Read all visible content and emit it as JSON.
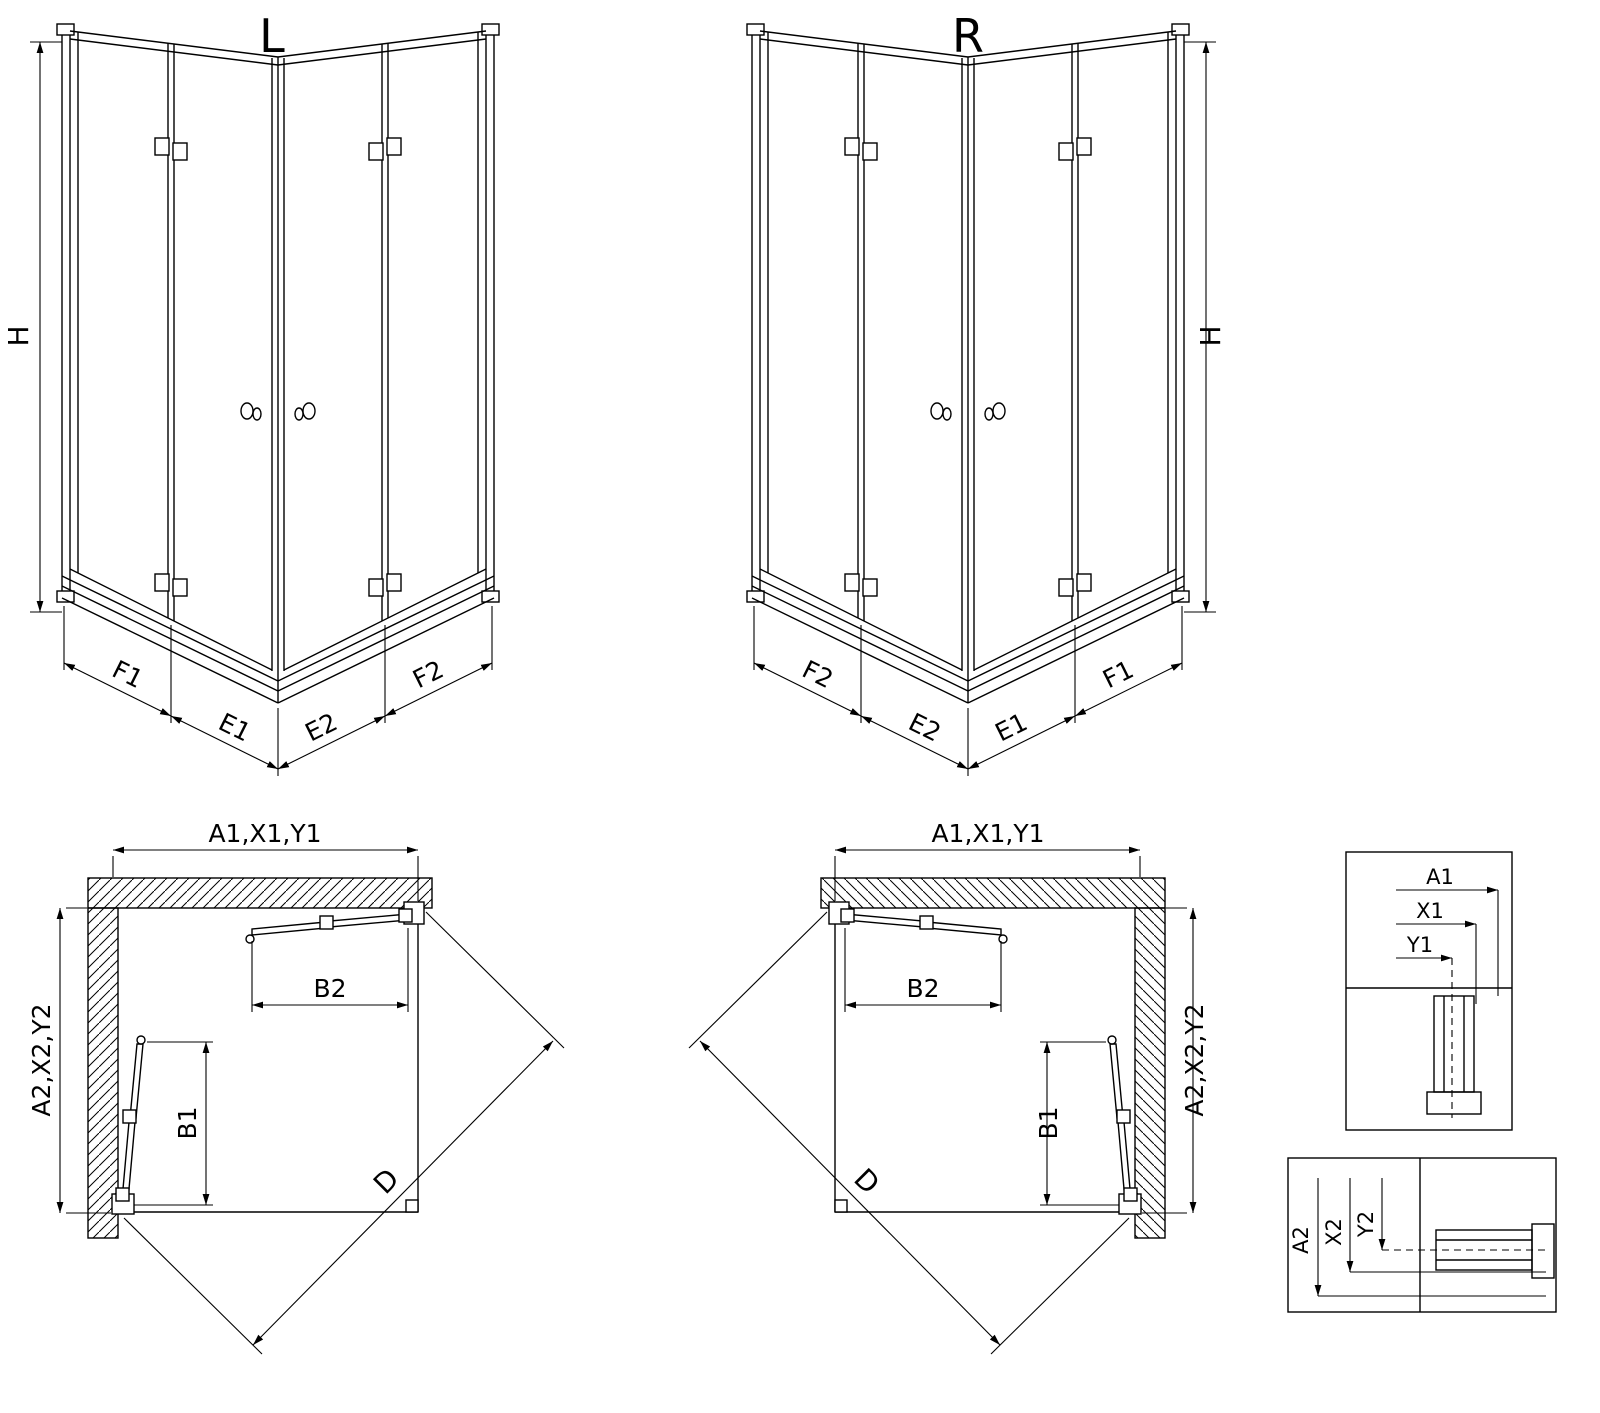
{
  "views": {
    "iso_left": {
      "title": "L",
      "height": "H",
      "segments": {
        "outer_left": "F1",
        "inner_left": "E1",
        "inner_right": "E2",
        "outer_right": "F2"
      }
    },
    "iso_right": {
      "title": "R",
      "height": "H",
      "segments": {
        "outer_left": "F2",
        "inner_left": "E2",
        "inner_right": "E1",
        "outer_right": "F1"
      }
    },
    "plan_left": {
      "width": "A1,X1,Y1",
      "depth": "A2,X2,Y2",
      "door_b2": "B2",
      "door_b1": "B1",
      "diagonal": "D"
    },
    "plan_right": {
      "width": "A1,X1,Y1",
      "depth": "A2,X2,Y2",
      "door_b2": "B2",
      "door_b1": "B1",
      "diagonal": "D"
    },
    "detail_width": {
      "dims": [
        "A1",
        "X1",
        "Y1"
      ]
    },
    "detail_depth": {
      "dims": [
        "A2",
        "X2",
        "Y2"
      ]
    }
  },
  "colors": {
    "line": "#000000",
    "background": "#ffffff"
  }
}
